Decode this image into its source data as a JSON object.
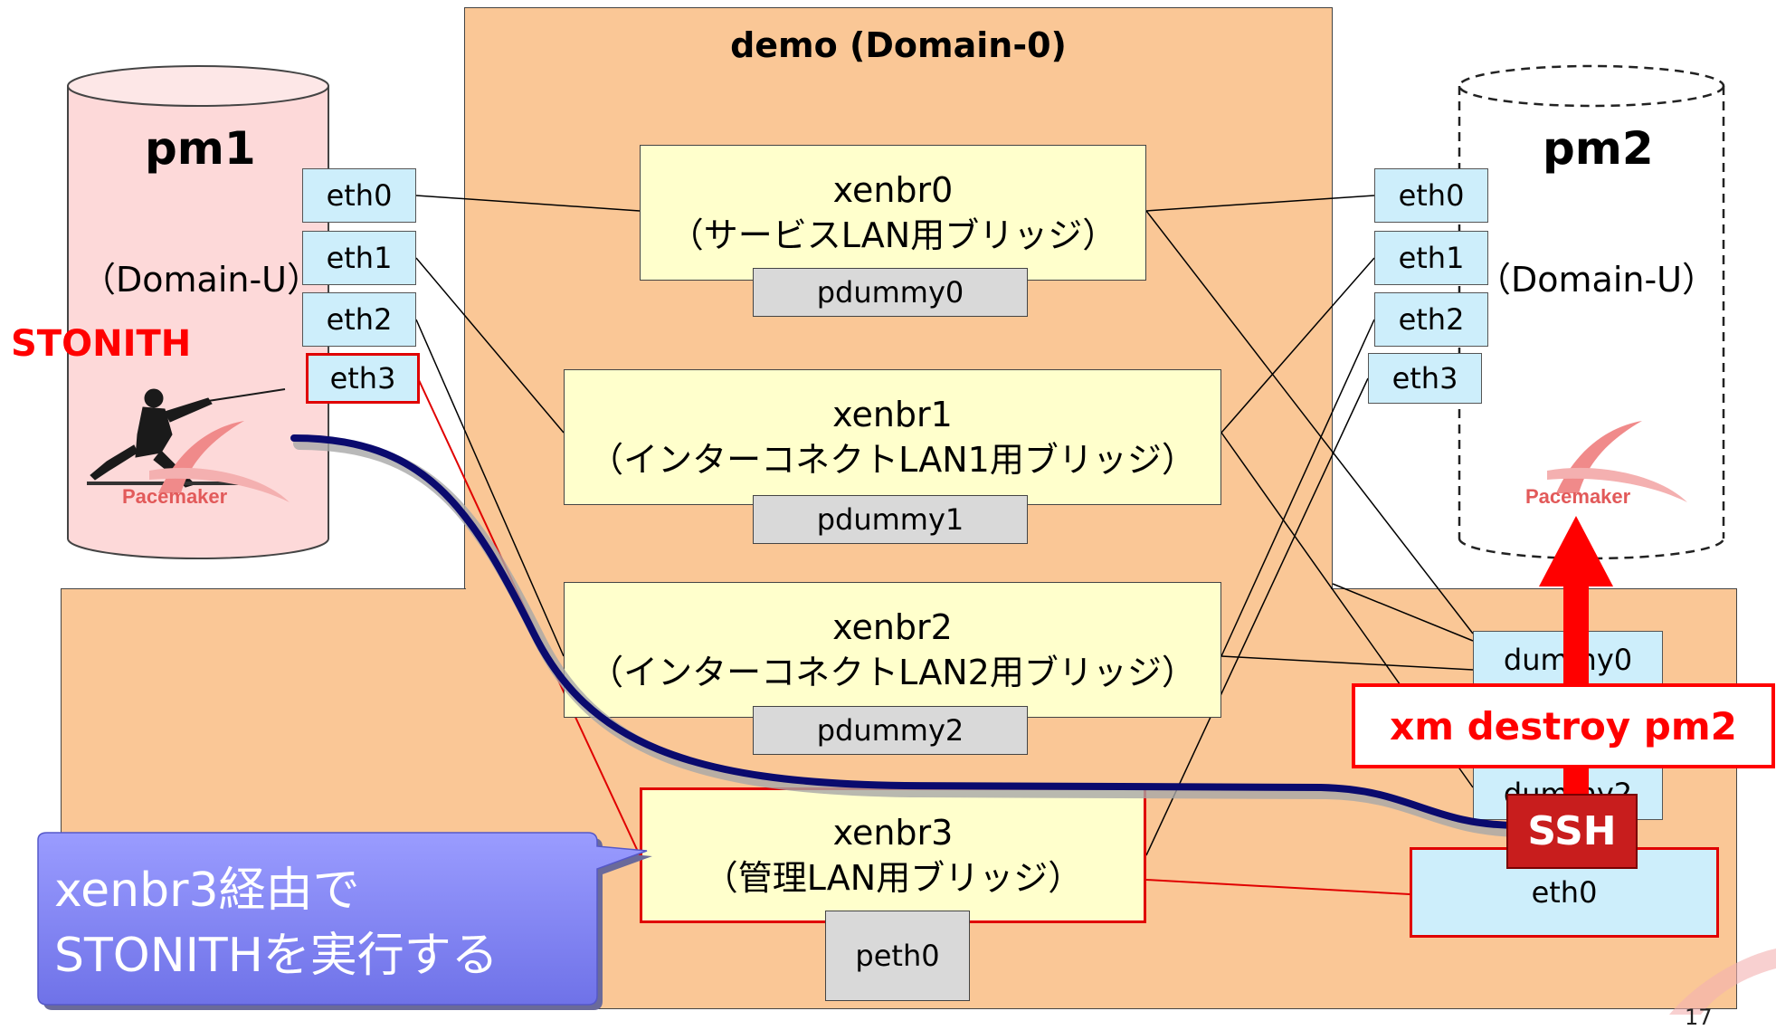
{
  "domain0": {
    "title": "demo (Domain-0)"
  },
  "pm1": {
    "name": "pm1",
    "subtitle": "（Domain-U）",
    "stonith_label": "STONITH",
    "pacemaker_logo": "Pacemaker",
    "nics": [
      "eth0",
      "eth1",
      "eth2",
      "eth3"
    ]
  },
  "pm2": {
    "name": "pm2",
    "subtitle": "（Domain-U）",
    "pacemaker_logo": "Pacemaker",
    "nics": [
      "eth0",
      "eth1",
      "eth2",
      "eth3"
    ]
  },
  "bridges": [
    {
      "name": "xenbr0",
      "desc": "（サービスLAN用ブリッジ）",
      "port": "pdummy0"
    },
    {
      "name": "xenbr1",
      "desc": "（インターコネクトLAN1用ブリッジ）",
      "port": "pdummy1"
    },
    {
      "name": "xenbr2",
      "desc": "（インターコネクトLAN2用ブリッジ）",
      "port": "pdummy2"
    },
    {
      "name": "xenbr3",
      "desc": "（管理LAN用ブリッジ）",
      "port": "peth0"
    }
  ],
  "host": {
    "dummy0": "dummy0",
    "dummy2": "dummy2",
    "eth0": "eth0"
  },
  "command": "xm destroy pm2",
  "ssh_label": "SSH",
  "callout": {
    "line1": "xenbr3経由で",
    "line2": "STONITHを実行する"
  },
  "page_number": "17",
  "colors": {
    "peach": "#fac796",
    "bridge_fill": "#ffffcc",
    "nic_fill": "#cdeefb",
    "port_fill": "#d9d9d9",
    "highlight_red": "#ff0000",
    "ssh_path": "#0a0a6e",
    "callout_fill": "#8a8cf5",
    "pm1_fill": "#fdd9d9"
  },
  "icons": [
    "fencer-icon",
    "pacemaker-logo-icon",
    "arrow-up-icon"
  ]
}
